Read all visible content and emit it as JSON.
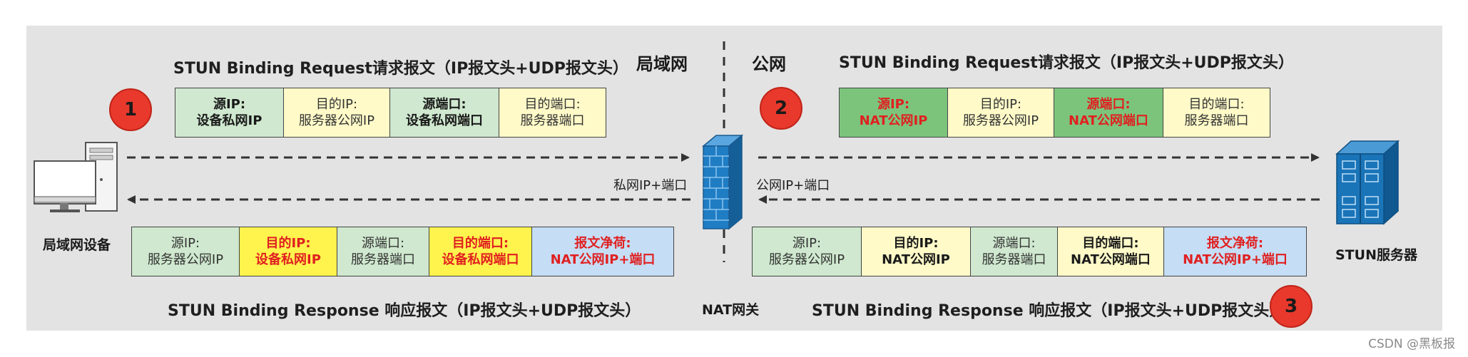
{
  "zones": {
    "lan": "局域网",
    "wan": "公网"
  },
  "titles": {
    "req_left": "STUN Binding Request请求报文（IP报文头+UDP报文头）",
    "req_right": "STUN Binding Request请求报文（IP报文头+UDP报文头）",
    "resp_left": "STUN Binding Response 响应报文（IP报文头+UDP报文头）",
    "resp_right": "STUN Binding Response 响应报文（IP报文头+UDP报文头）"
  },
  "steps": [
    "1",
    "2",
    "3"
  ],
  "nodes": {
    "device": "局域网设备",
    "gateway": "NAT网关",
    "server": "STUN服务器"
  },
  "arrow_labels": {
    "lan_back": "私网IP+端口",
    "wan_back": "公网IP+端口"
  },
  "packets": {
    "req_lan": [
      {
        "l1": "源IP:",
        "l2": "设备私网IP"
      },
      {
        "l1": "目的IP:",
        "l2": "服务器公网IP"
      },
      {
        "l1": "源端口:",
        "l2": "设备私网端口"
      },
      {
        "l1": "目的端口:",
        "l2": "服务器端口"
      }
    ],
    "req_wan": [
      {
        "l1": "源IP:",
        "l2": "NAT公网IP"
      },
      {
        "l1": "目的IP:",
        "l2": "服务器公网IP"
      },
      {
        "l1": "源端口:",
        "l2": "NAT公网端口"
      },
      {
        "l1": "目的端口:",
        "l2": "服务器端口"
      }
    ],
    "resp_lan": [
      {
        "l1": "源IP:",
        "l2": "服务器公网IP"
      },
      {
        "l1": "目的IP:",
        "l2": "设备私网IP"
      },
      {
        "l1": "源端口:",
        "l2": "服务器端口"
      },
      {
        "l1": "目的端口:",
        "l2": "设备私网端口"
      },
      {
        "l1": "报文净荷:",
        "l2": "NAT公网IP+端口"
      }
    ],
    "resp_wan": [
      {
        "l1": "源IP:",
        "l2": "服务器公网IP"
      },
      {
        "l1": "目的IP:",
        "l2": "NAT公网IP"
      },
      {
        "l1": "源端口:",
        "l2": "服务器端口"
      },
      {
        "l1": "目的端口:",
        "l2": "NAT公网端口"
      },
      {
        "l1": "报文净荷:",
        "l2": "NAT公网IP+端口"
      }
    ]
  },
  "colors": {
    "badge": "#e8392c",
    "highlight_text": "#e02020",
    "firewall": "#1f7dc4",
    "server": "#1a74b8"
  },
  "footer": "CSDN @黑板报"
}
